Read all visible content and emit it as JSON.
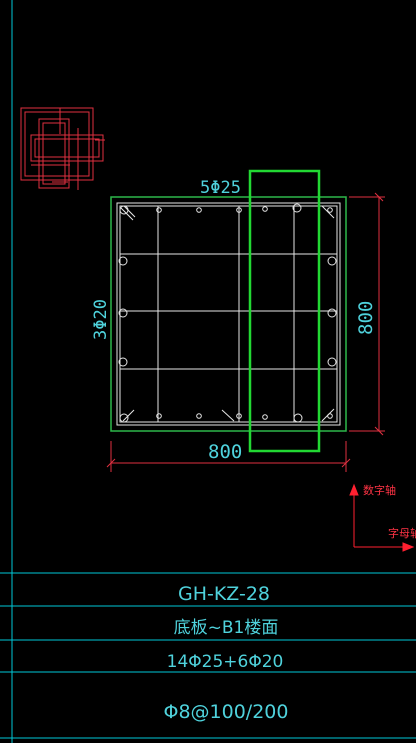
{
  "drawing": {
    "top_bar_label": "5Φ25",
    "side_bar_label": "3Φ20",
    "dim_width": "800",
    "dim_height": "800",
    "colors": {
      "background": "#000000",
      "frame": "#00c8d8",
      "section_outline": "#2db84a",
      "highlight": "#22d833",
      "rebar": "#e6e6e6",
      "dimension": "#e03040",
      "axis": "#ff2030",
      "text": "#4fd2dc"
    }
  },
  "axes": {
    "vertical_label": "数字轴",
    "horizontal_label": "字母轴"
  },
  "table": {
    "column_name": "GH-KZ-28",
    "range": "底板~B1楼面",
    "main_rebar": "14Φ25+6Φ20",
    "stirrup": "Φ8@100/200"
  }
}
